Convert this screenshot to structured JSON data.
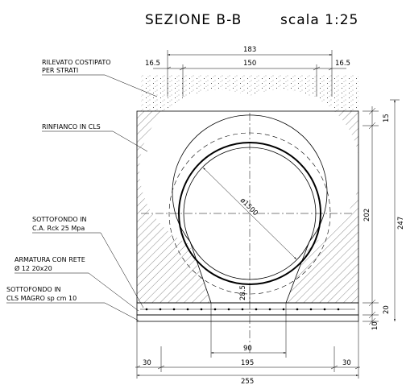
{
  "title": "SEZIONE B-B",
  "scale": "scala 1:25",
  "labels": {
    "rilevato_1": "RILEVATO COSTIPATO",
    "rilevato_2": "PER STRATI",
    "rinfianco": "RINFIANCO IN CLS",
    "sottofondo_ca_1": "SOTTOFONDO IN",
    "sottofondo_ca_2": "C.A. Rck 25 Mpa",
    "armatura_1": "ARMATURA CON RETE",
    "armatura_2": "Ø 12 20x20",
    "sottofondo_magro_1": "SOTTOFONDO IN",
    "sottofondo_magro_2": "CLS MAGRO sp cm 10",
    "diameter": "ø1500"
  },
  "dimensions": {
    "top_overall": "183",
    "top_left": "16.5",
    "top_middle": "150",
    "top_right": "16.5",
    "right_cover": "15",
    "right_body": "202",
    "right_total": "247",
    "right_slab": "20",
    "right_lean": "10",
    "base_height": "28.5",
    "base_width": "90",
    "bottom_left": "30",
    "bottom_middle": "195",
    "bottom_right": "30",
    "bottom_total": "255"
  },
  "colors": {
    "line": "#000000",
    "background": "#ffffff"
  }
}
